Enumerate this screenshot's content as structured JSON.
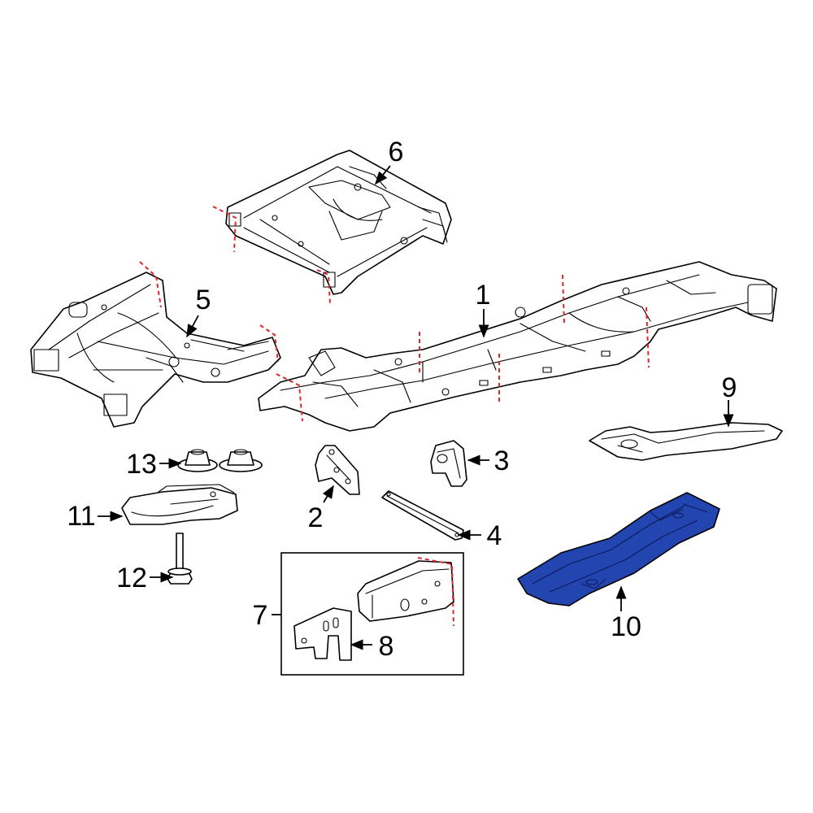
{
  "colors": {
    "highlight": "#2345b0",
    "cut_line": "#e0262b",
    "line": "#000000",
    "background": "#ffffff"
  },
  "callouts": {
    "c1": "1",
    "c2": "2",
    "c3": "3",
    "c4": "4",
    "c5": "5",
    "c6": "6",
    "c7": "7",
    "c8": "8",
    "c9": "9",
    "c10": "10",
    "c11": "11",
    "c12": "12",
    "c13": "13"
  },
  "highlighted_part": "10"
}
